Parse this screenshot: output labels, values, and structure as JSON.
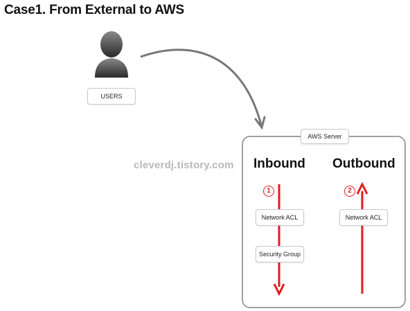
{
  "title": "Case1. From External to AWS",
  "watermark": "cleverdj.tistory.com",
  "users": {
    "label": "USERS"
  },
  "server": {
    "label": "AWS Server",
    "inbound": {
      "heading": "Inbound",
      "step": "1",
      "components": [
        "Network ACL",
        "Security Group"
      ]
    },
    "outbound": {
      "heading": "Outbound",
      "step": "2",
      "components": [
        "Network ACL"
      ]
    }
  },
  "colors": {
    "flow_arrow": "#e11b1b",
    "connector": "#777777",
    "border": "#a0a0a0"
  }
}
